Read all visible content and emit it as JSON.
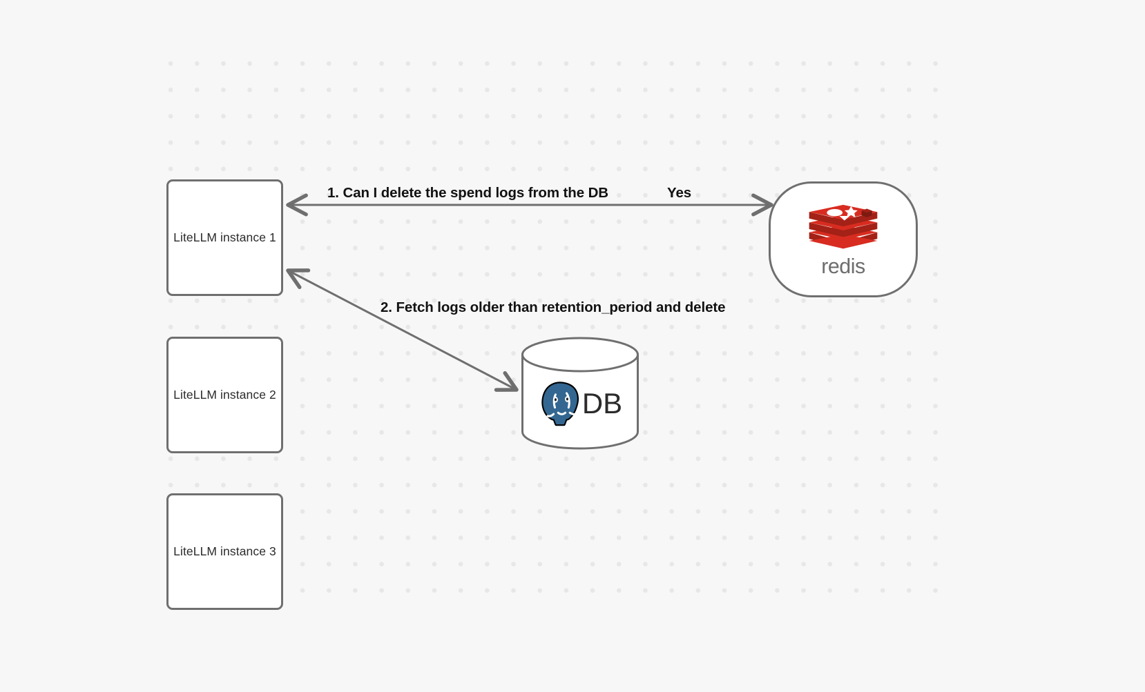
{
  "diagram": {
    "title": "LiteLLM spend log deletion flow",
    "background": {
      "canvas_color": "#f7f7f7",
      "dot_color": "#e7e7e7",
      "grid": "dots"
    },
    "nodes": [
      {
        "id": "instance1",
        "label": "LiteLLM instance 1",
        "shape": "rounded-rect"
      },
      {
        "id": "instance2",
        "label": "LiteLLM instance 2",
        "shape": "rounded-rect"
      },
      {
        "id": "instance3",
        "label": "LiteLLM instance 3",
        "shape": "rounded-rect"
      },
      {
        "id": "redis",
        "label": "redis",
        "shape": "rounded-square",
        "logo": "redis-logo",
        "brand_color": "#d82c20"
      },
      {
        "id": "db",
        "label": "DB",
        "shape": "cylinder",
        "logo": "postgresql-elephant-icon",
        "brand_color": "#336791"
      }
    ],
    "edges": [
      {
        "id": "edge1",
        "from": "instance1",
        "to": "redis",
        "label": "1.  Can I delete the spend logs from the DB",
        "reply_label": "Yes",
        "arrow": "both"
      },
      {
        "id": "edge2",
        "from": "instance1",
        "to": "db",
        "label": "2.  Fetch logs older than retention_period and delete",
        "arrow": "both"
      }
    ],
    "labels": {
      "step1": "1.  Can I delete the spend logs from the DB",
      "yes": "Yes",
      "step2": "2.  Fetch logs older than retention_period and delete",
      "db_text": "DB",
      "redis_wordmark": "redis"
    },
    "colors": {
      "node_border": "#6f6f6f",
      "node_fill": "#ffffff",
      "edge_stroke": "#6f6f6f",
      "label_text": "#121212",
      "node_text": "#2b2b2b",
      "redis_red": "#d82c20",
      "redis_red_dark": "#a32116",
      "redis_gray": "#6d6d6d",
      "postgres_blue": "#336791"
    }
  }
}
